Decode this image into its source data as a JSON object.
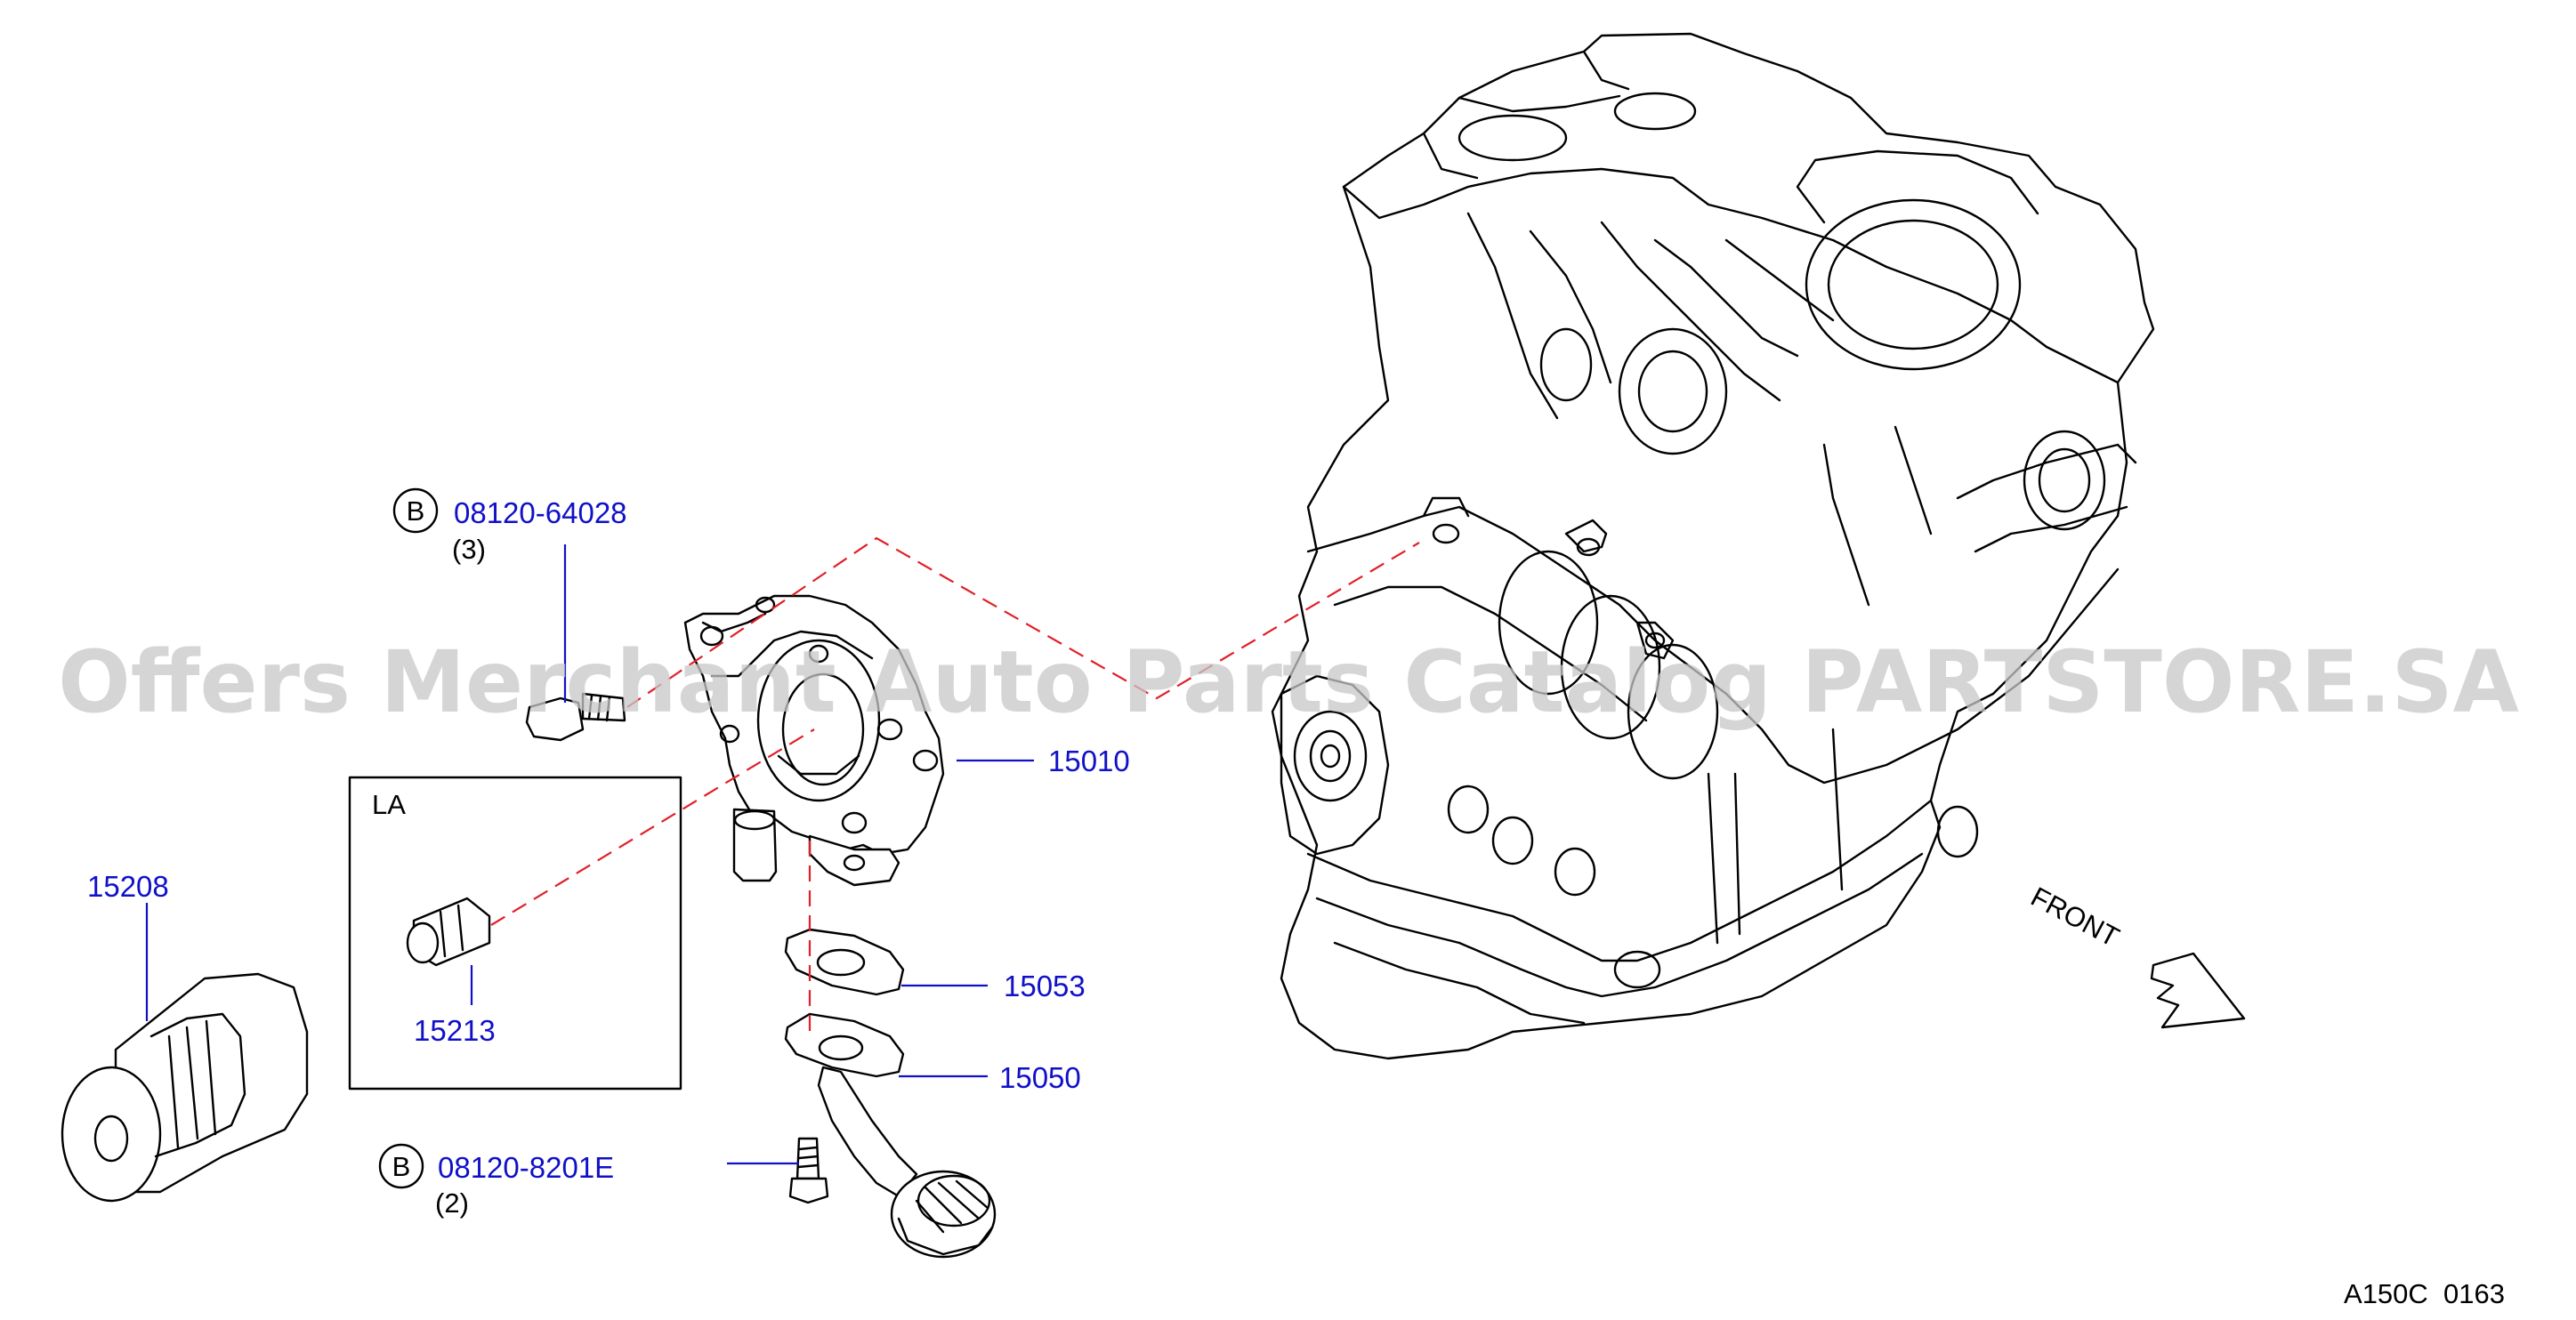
{
  "watermark": "Offers Merchant Auto Parts Catalog PARTSTORE.SA",
  "colors": {
    "part_number": "#1010c8",
    "locator": "#e0202a",
    "line": "#000000"
  },
  "callouts": {
    "bolt_upper": {
      "badge": "B",
      "part": "08120-64028",
      "qty": "(3)"
    },
    "bolt_lower": {
      "badge": "B",
      "part": "08120-8201E",
      "qty": "(2)"
    },
    "pump": {
      "part": "15010"
    },
    "gasket": {
      "part": "15053"
    },
    "strainer": {
      "part": "15050"
    },
    "filter": {
      "part": "15208"
    },
    "la_part": {
      "part": "15213"
    }
  },
  "inset_label": "LA",
  "front_label": "FRONT",
  "diagram_code": "A150C  0163"
}
